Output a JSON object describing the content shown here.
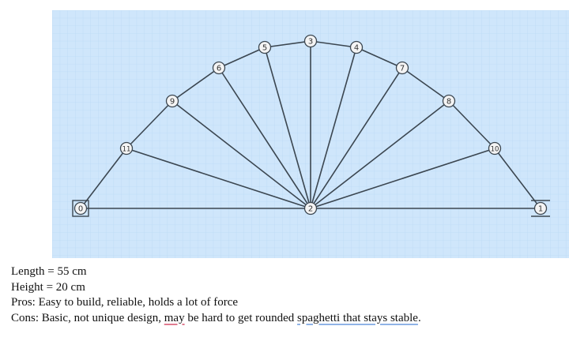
{
  "diagram": {
    "nodes": [
      "0",
      "1",
      "2",
      "3",
      "4",
      "5",
      "6",
      "7",
      "8",
      "9",
      "10",
      "11"
    ],
    "members": [
      [
        "0",
        "11"
      ],
      [
        "11",
        "9"
      ],
      [
        "9",
        "6"
      ],
      [
        "6",
        "5"
      ],
      [
        "5",
        "3"
      ],
      [
        "3",
        "4"
      ],
      [
        "4",
        "7"
      ],
      [
        "7",
        "8"
      ],
      [
        "8",
        "10"
      ],
      [
        "10",
        "1"
      ],
      [
        "0",
        "2"
      ],
      [
        "2",
        "1"
      ],
      [
        "2",
        "11"
      ],
      [
        "2",
        "9"
      ],
      [
        "2",
        "6"
      ],
      [
        "2",
        "5"
      ],
      [
        "2",
        "3"
      ],
      [
        "2",
        "4"
      ],
      [
        "2",
        "7"
      ],
      [
        "2",
        "8"
      ],
      [
        "2",
        "10"
      ]
    ],
    "supports": {
      "pinned": "0",
      "roller": "1"
    },
    "colors": {
      "background": "#cfe6fb",
      "grid": "#b5d6f5",
      "member": "#3b4650",
      "node_fill": "#f4f4f4"
    }
  },
  "notes": {
    "length": "Length = 55 cm",
    "height": "Height = 20 cm",
    "pros": "Pros: Easy to build, reliable, holds a lot of force",
    "cons_start": "Cons: Basic, not unique design, ",
    "cons_spell": "may",
    "cons_mid": " be hard to get rounded ",
    "cons_gram": "spaghetti that stays stable",
    "cons_end": "."
  }
}
